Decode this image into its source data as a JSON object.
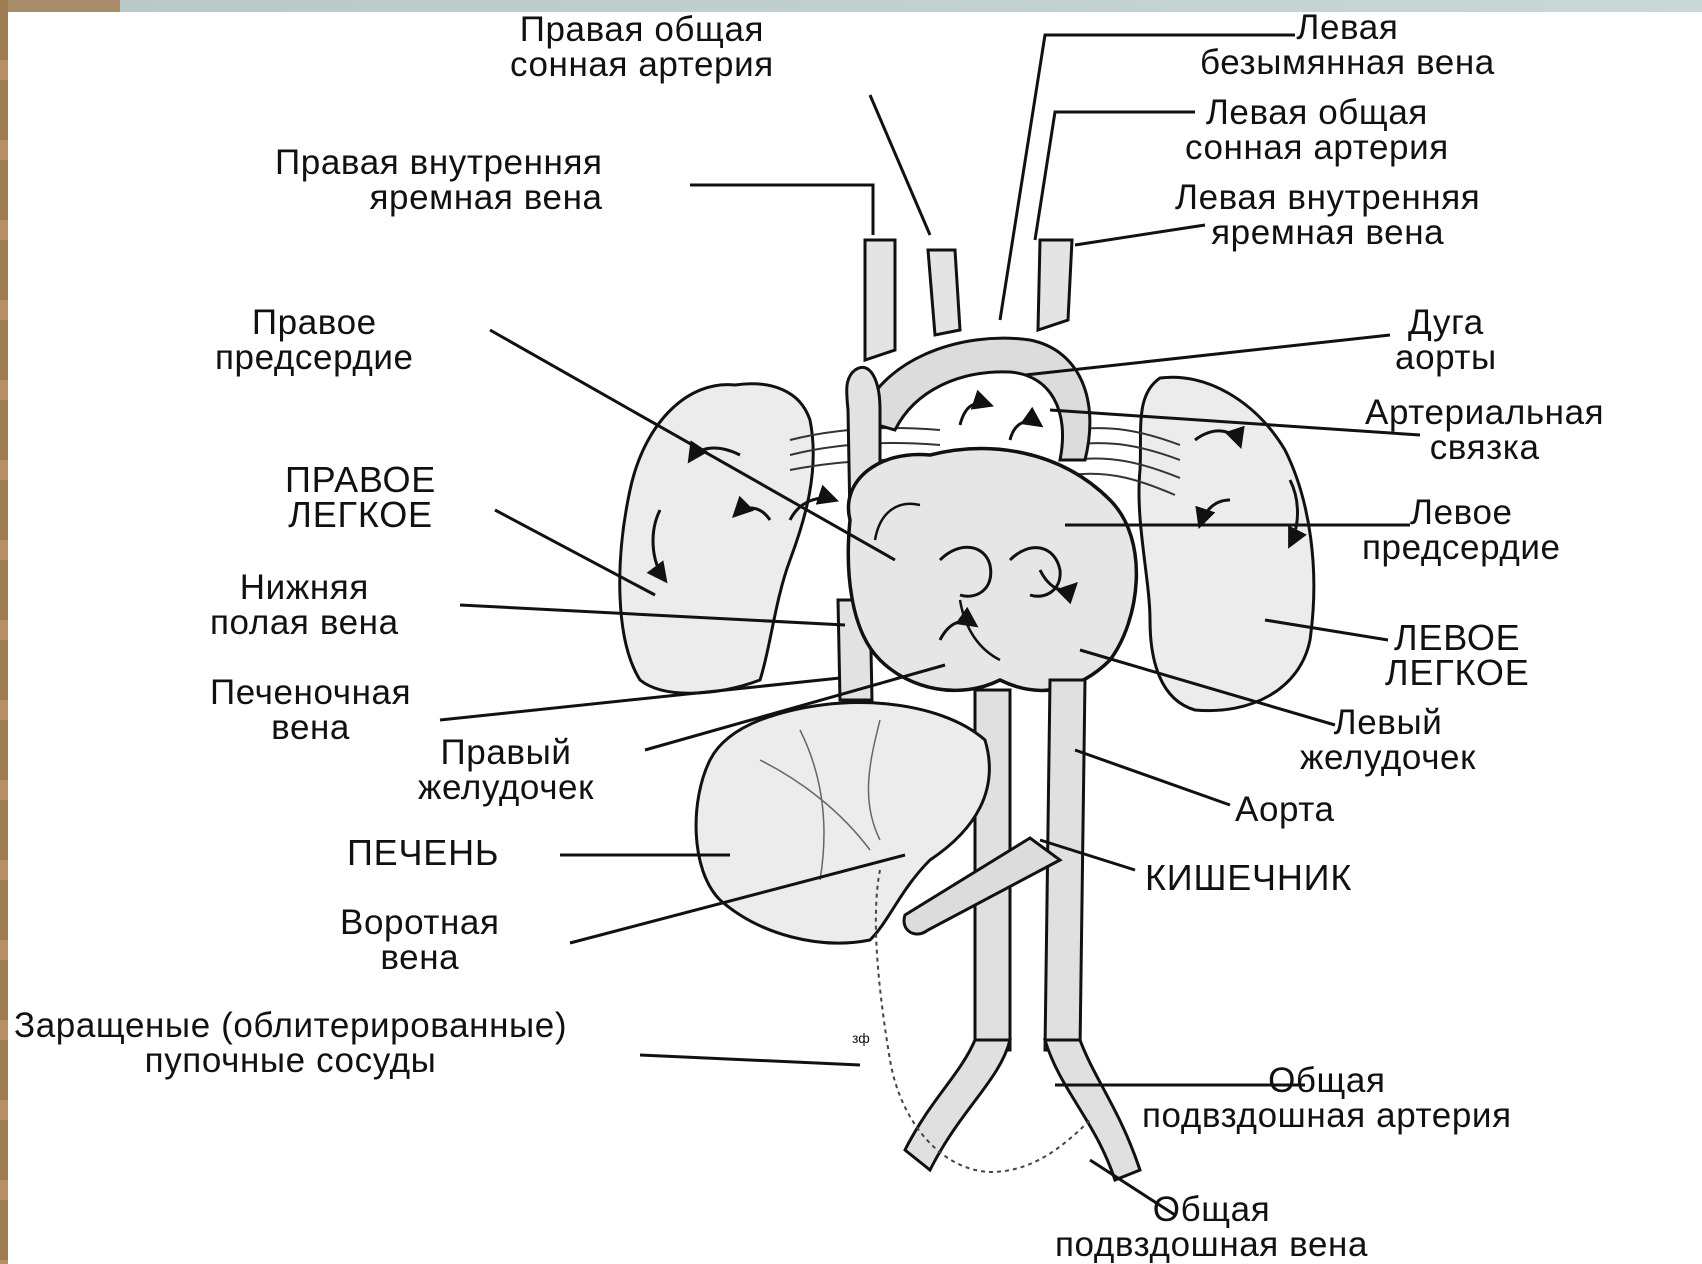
{
  "diagram": {
    "labels": {
      "right_common_carotid": "Правая общая\nсонная артерия",
      "left_innominate_vein": "Левая\nбезымянная вена",
      "left_common_carotid": "Левая общая\nсонная артерия",
      "right_internal_jugular": "Правая внутренняя\nяремная вена",
      "left_internal_jugular": "Левая внутренняя\nяремная вена",
      "right_atrium": "Правое\nпредсердие",
      "aortic_arch": "Дуга\nаорты",
      "ductus_arteriosus": "Артериальная\nсвязка",
      "right_lung": "ПРАВОЕ\nЛЕГКОЕ",
      "left_atrium": "Левое\nпредсердие",
      "inferior_vena_cava": "Нижняя\nполая вена",
      "left_lung": "ЛЕВОЕ\nЛЕГКОЕ",
      "hepatic_vein": "Печеночная\nвена",
      "right_ventricle": "Правый\nжелудочек",
      "left_ventricle": "Левый\nжелудочек",
      "aorta": "Аорта",
      "liver": "ПЕЧЕНЬ",
      "intestine": "КИШЕЧНИК",
      "portal_vein": "Воротная\nвена",
      "umbilical_vessels": "Заращеные (облитерированные)\nпупочные сосуды",
      "common_iliac_artery": "Общая\nподвздошная артерия",
      "common_iliac_vein": "Общая\nподвздошная вена"
    },
    "colors": {
      "organ_fill": "#e9e9e9",
      "organ_dark": "#cfcfcf",
      "stroke": "#111111",
      "slide_frame": "#a98d6b"
    }
  }
}
